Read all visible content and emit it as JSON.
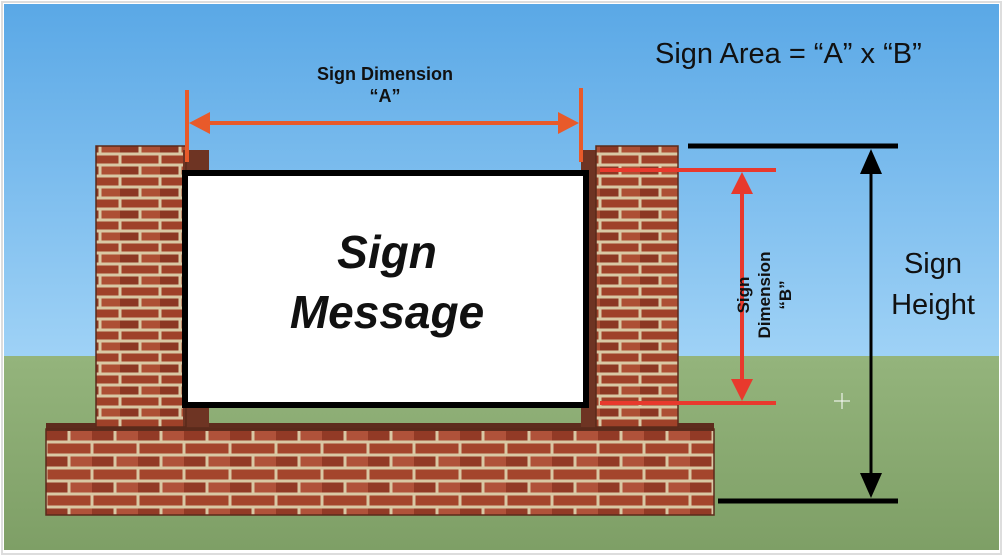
{
  "formula": "Sign Area = “A” x “B”",
  "dimension_a": {
    "line1": "Sign Dimension",
    "line2": "“A”"
  },
  "dimension_b": {
    "line1": "Sign",
    "line2": "Dimension",
    "line3": "“B”"
  },
  "sign_message": {
    "line1": "Sign",
    "line2": "Message"
  },
  "sign_height": {
    "line1": "Sign",
    "line2": "Height"
  },
  "colors": {
    "sky": "#63b4ea",
    "ground": "#8aab72",
    "brick": "#a4452c",
    "mortar": "#d9c8a4",
    "arrow_orange": "#e85a2a",
    "arrow_red": "#e8392d",
    "line_black": "#000000",
    "sign_face": "#ffffff"
  }
}
